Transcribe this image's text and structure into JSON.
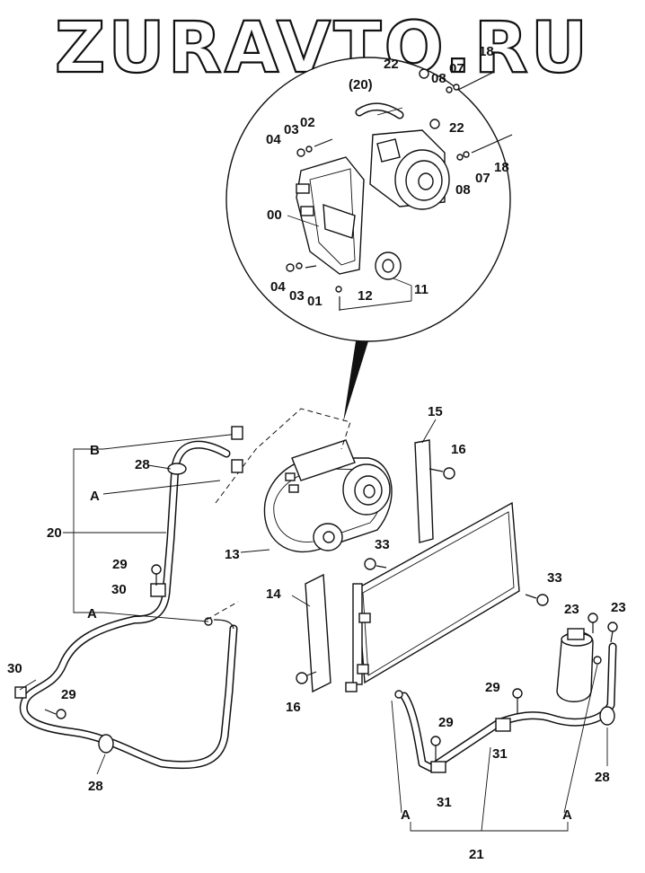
{
  "watermark": "ZURAVTO.RU",
  "detail_labels": {
    "p00": "00",
    "p01": "01",
    "p02": "02",
    "p03a": "03",
    "p03b": "03",
    "p04a": "04",
    "p04b": "04",
    "p07a": "07",
    "p07b": "07",
    "p08a": "08",
    "p08b": "08",
    "p11": "11",
    "p12": "12",
    "p18a": "18",
    "p18b": "18",
    "p20": "(20)",
    "p22a": "22",
    "p22b": "22"
  },
  "main_labels": {
    "p13": "13",
    "p14": "14",
    "p15": "15",
    "p16a": "16",
    "p16b": "16",
    "p20": "20",
    "p21": "21",
    "p23a": "23",
    "p23b": "23",
    "p28a": "28",
    "p28b": "28",
    "p28c": "28",
    "p29a": "29",
    "p29b": "29",
    "p29c": "29",
    "p29d": "29",
    "p30a": "30",
    "p30b": "30",
    "p31a": "31",
    "p31b": "31",
    "p33a": "33",
    "p33b": "33"
  },
  "ref_labels": {
    "A1": "A",
    "A2": "A",
    "A3": "A",
    "A4": "A",
    "B": "B"
  }
}
